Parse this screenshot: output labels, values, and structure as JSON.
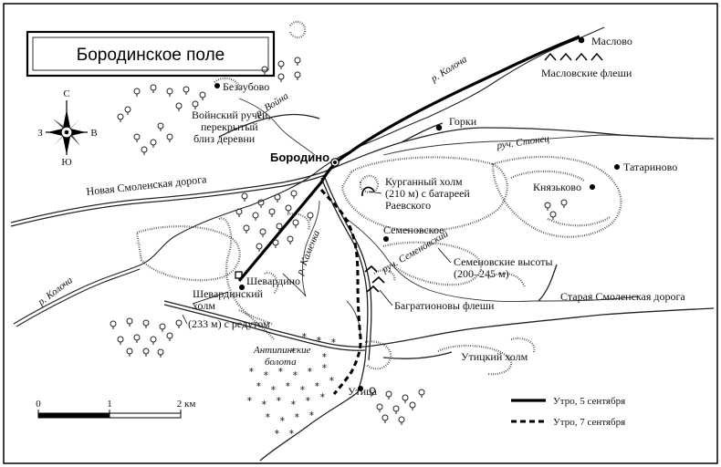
{
  "title": "Бородинское поле",
  "compass": {
    "n": "С",
    "s": "Ю",
    "w": "З",
    "e": "В"
  },
  "labels": {
    "maslovo": "Маслово",
    "maslov_fleshi": "Масловские флеши",
    "kolocha_top": "р. Колоча",
    "bezzubovo": "Беззубово",
    "voyna": "р. Война",
    "voinsky_1": "Войнский ручей,",
    "voinsky_2": "перекрытый",
    "voinsky_3": "близ деревни",
    "gorki": "Горки",
    "borodino": "Бородино",
    "stonets": "руч. Стонец",
    "tatarinovo": "Татариново",
    "new_road": "Новая Смоленская дорога",
    "kurgan_1": "Курганный холм",
    "kurgan_2": "(210 м) с батареей",
    "kurgan_3": "Раевского",
    "knyazkovo": "Князьково",
    "semenovskoe": "Семеновское",
    "semen_heights_1": "Семеновские высоты",
    "semen_heights_2": "(200–245 м)",
    "kamenka": "р. Каменка",
    "semen_stream": "руч. Семеновский",
    "shevardino": "Шевардино",
    "shev_hill_1": "Шевардинский",
    "shev_hill_2": "холм",
    "shev_hill_3": "(233 м) с редутом",
    "bagration": "Багратионовы флеши",
    "old_road": "Старая Смоленская дорога",
    "kolocha_left": "р. Колоча",
    "antipin_1": "Антипинские",
    "antipin_2": "болота",
    "utitsky_hill": "Утицкий холм",
    "utitsa": "Утица"
  },
  "scale": {
    "t0": "0",
    "t1": "1",
    "t2": "2 км"
  },
  "legend": {
    "sep5": "Утро, 5 сентября",
    "sep7": "Утро, 7 сентября"
  }
}
